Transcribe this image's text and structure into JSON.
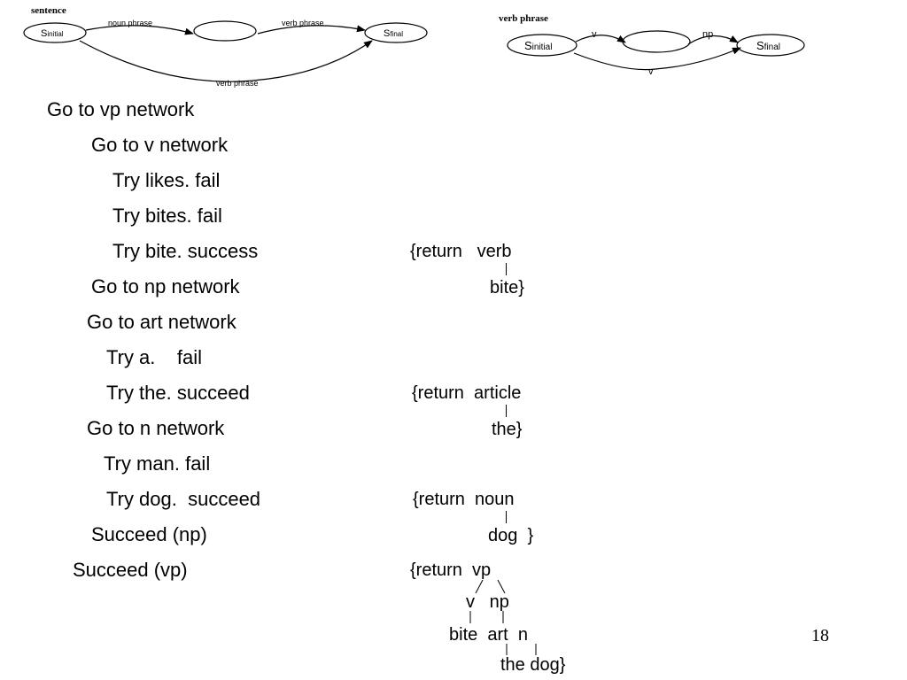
{
  "networks": {
    "sentence": {
      "title": "sentence",
      "start_state": {
        "main": "S",
        "sub": "initial"
      },
      "end_state": {
        "main": "S",
        "sub": "final"
      },
      "arc_noun_phrase": "noun phrase",
      "arc_verb_phrase_top": "verb phrase",
      "arc_verb_phrase_bottom": "verb phrase"
    },
    "verb_phrase": {
      "title": "verb phrase",
      "start_state": {
        "main": "S",
        "sub": "initial"
      },
      "end_state": {
        "main": "S",
        "sub": "final"
      },
      "arc_v_top": "v",
      "arc_np": "np",
      "arc_v_bottom": "v"
    }
  },
  "trace": [
    "Go to vp network",
    "Go to v network",
    "Try likes. fail",
    "Try bites. fail",
    "Try bite. success",
    "Go to np network",
    "Go to art network",
    "Try a.    fail",
    "Try the. succeed",
    "Go to n network",
    "Try man. fail",
    "Try dog.  succeed",
    "Succeed (np)",
    "Succeed (vp)"
  ],
  "returns": {
    "verb": {
      "head": "{return   verb",
      "leaf": "bite}"
    },
    "article": {
      "head": "{return  article",
      "leaf": "the}"
    },
    "noun": {
      "head": "{return  noun",
      "leaf": "dog  }"
    },
    "vp": {
      "head": "{return  vp",
      "children": "v   np",
      "leaves": "bite  art  n",
      "bottom": "the dog}"
    }
  },
  "page_number": "18"
}
